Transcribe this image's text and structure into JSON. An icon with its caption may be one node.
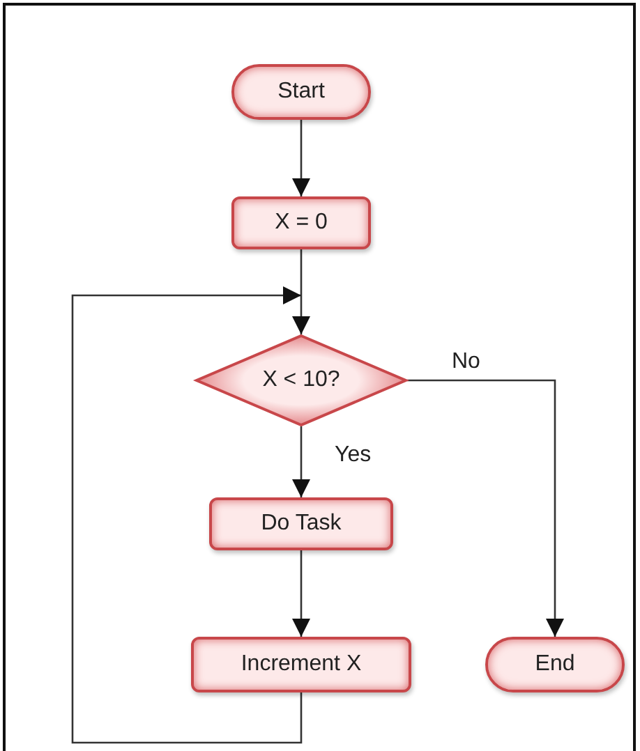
{
  "diagram": {
    "nodes": [
      {
        "text": [
          "Start"
        ]
      },
      {
        "text": [
          "X = 0"
        ]
      },
      {
        "text": [
          "X < 10?"
        ]
      },
      {
        "text": [
          "Do Task"
        ]
      },
      {
        "text": [
          "Increment X"
        ]
      },
      {
        "text": [
          "End"
        ]
      }
    ],
    "edges": [
      {
        "from": 0,
        "to": 1,
        "arrow": "to"
      },
      {
        "from": 1,
        "to": 2,
        "arrow": "to"
      },
      {
        "from": 2,
        "to": 3,
        "arrow": "to",
        "label": "Yes"
      },
      {
        "from": 3,
        "to": 4,
        "arrow": "to"
      },
      {
        "from": 2,
        "to": 5,
        "arrow": "to",
        "label": "No"
      },
      {
        "from": 4,
        "to": 2,
        "arrow": "to"
      }
    ]
  }
}
